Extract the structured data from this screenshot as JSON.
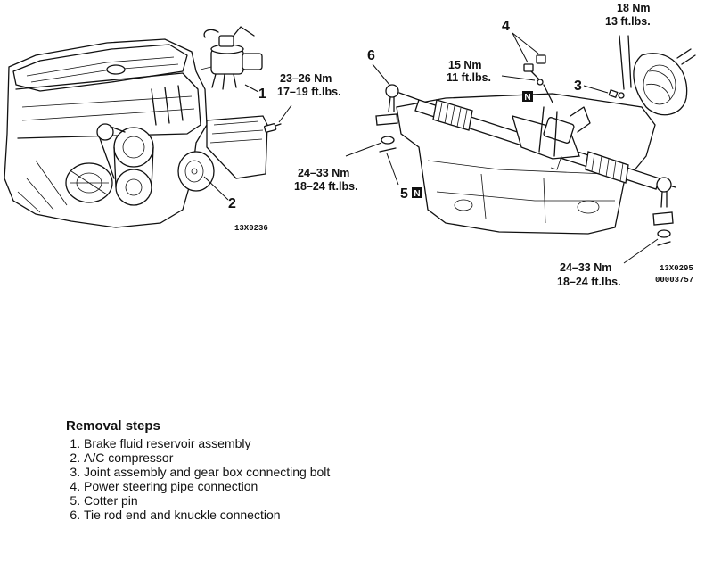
{
  "diagram": {
    "callouts": {
      "c1": "1",
      "c2": "2",
      "c3": "3",
      "c4": "4",
      "c5": "5",
      "c6": "6"
    },
    "n_mark": "N",
    "torques": {
      "t1_l1": "23–26 Nm",
      "t1_l2": "17–19 ft.lbs.",
      "t2_l1": "15 Nm",
      "t2_l2": "11 ft.lbs.",
      "t3_l1": "18 Nm",
      "t3_l2": "13 ft.lbs.",
      "t4_l1": "24–33 Nm",
      "t4_l2": "18–24 ft.lbs.",
      "t5_l1": "24–33 Nm",
      "t5_l2": "18–24 ft.lbs."
    },
    "codes": {
      "left": "13X0236",
      "right_1": "13X0295",
      "right_2": "00003757"
    }
  },
  "removal_steps": {
    "title": "Removal steps",
    "items": [
      "Brake fluid reservoir assembly",
      "A/C compressor",
      "Joint assembly and gear box connecting bolt",
      "Power steering pipe connection",
      "Cotter pin",
      "Tie rod end and knuckle connection"
    ]
  }
}
